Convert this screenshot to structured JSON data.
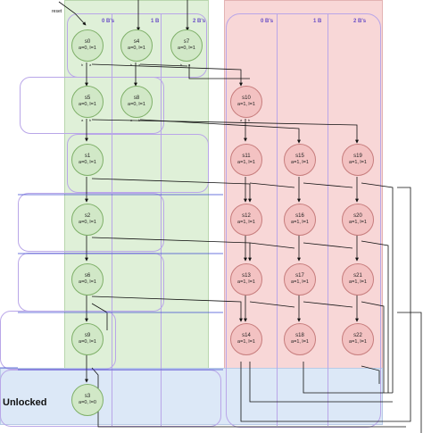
{
  "diagram": {
    "reset_label": "reset",
    "unlocked_label": "Unlocked",
    "column_labels": {
      "green": [
        "0 B's",
        "1 B",
        "2 B's"
      ],
      "red": [
        "0 B's",
        "1 B",
        "2 B's"
      ]
    },
    "states": [
      {
        "id": "s0",
        "values": "a=0, l=1"
      },
      {
        "id": "s4",
        "values": "a=0, l=1"
      },
      {
        "id": "s7",
        "values": "a=0, l=1"
      },
      {
        "id": "s5",
        "values": "a=0, l=1"
      },
      {
        "id": "s8",
        "values": "a=0, l=1"
      },
      {
        "id": "s1",
        "values": "a=0, l=1"
      },
      {
        "id": "s2",
        "values": "a=0, l=1"
      },
      {
        "id": "s6",
        "values": "a=0, l=1"
      },
      {
        "id": "s9",
        "values": "a=0, l=1"
      },
      {
        "id": "s3",
        "values": "a=0, l=0"
      },
      {
        "id": "s10",
        "values": "a=1, l=1"
      },
      {
        "id": "s11",
        "values": "a=1, l=1"
      },
      {
        "id": "s15",
        "values": "a=1, l=1"
      },
      {
        "id": "s19",
        "values": "a=1, l=1"
      },
      {
        "id": "s12",
        "values": "a=1, l=1"
      },
      {
        "id": "s16",
        "values": "a=1, l=1"
      },
      {
        "id": "s20",
        "values": "a=1, l=1"
      },
      {
        "id": "s13",
        "values": "a=1, l=1"
      },
      {
        "id": "s17",
        "values": "a=1, l=1"
      },
      {
        "id": "s21",
        "values": "a=1, l=1"
      },
      {
        "id": "s14",
        "values": "a=1, l=1"
      },
      {
        "id": "s18",
        "values": "a=1, l=1"
      },
      {
        "id": "s22",
        "values": "a=1, l=1"
      }
    ],
    "port_labels": [
      "b",
      "a"
    ]
  }
}
